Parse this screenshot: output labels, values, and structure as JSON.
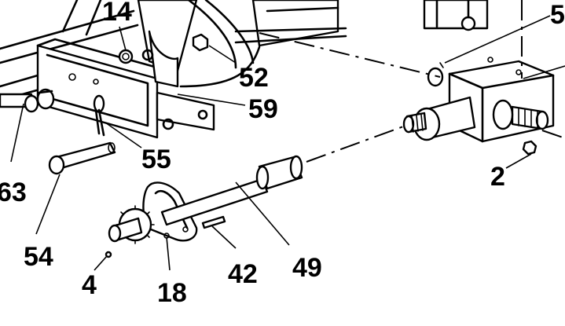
{
  "diagram": {
    "callouts": [
      "14",
      "5",
      "52",
      "59",
      "55",
      "63",
      "2",
      "54",
      "49",
      "42",
      "4",
      "18"
    ]
  }
}
